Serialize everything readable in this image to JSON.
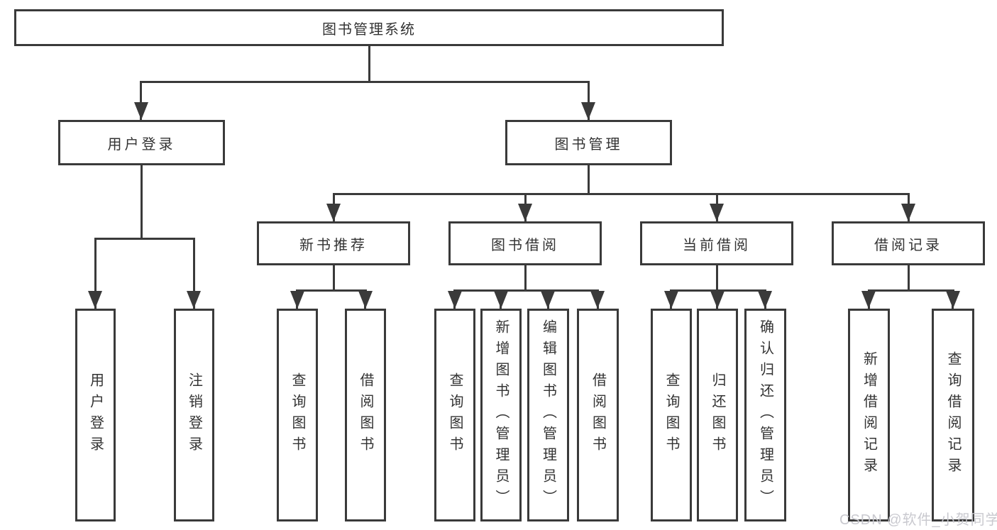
{
  "colors": {
    "line": "#3a3a3a",
    "text": "#333333",
    "background": "#ffffff",
    "watermark": "#c6c6cc"
  },
  "watermark": {
    "text": "CSDN @软件_小贺同学"
  },
  "tree": {
    "label": "图书管理系统",
    "children": [
      {
        "label": "用户登录",
        "children": [
          {
            "label": "用户登录"
          },
          {
            "label": "注销登录"
          }
        ]
      },
      {
        "label": "图书管理",
        "children": [
          {
            "label": "新书推荐",
            "children": [
              {
                "label": "查询图书"
              },
              {
                "label": "借阅图书"
              }
            ]
          },
          {
            "label": "图书借阅",
            "children": [
              {
                "label": "查询图书"
              },
              {
                "label": "新增图书（管理员）"
              },
              {
                "label": "编辑图书（管理员）"
              },
              {
                "label": "借阅图书"
              }
            ]
          },
          {
            "label": "当前借阅",
            "children": [
              {
                "label": "查询图书"
              },
              {
                "label": "归还图书"
              },
              {
                "label": "确认归还（管理员）"
              }
            ]
          },
          {
            "label": "借阅记录",
            "children": [
              {
                "label": "新增借阅记录"
              },
              {
                "label": "查询借阅记录"
              }
            ]
          }
        ]
      }
    ]
  }
}
